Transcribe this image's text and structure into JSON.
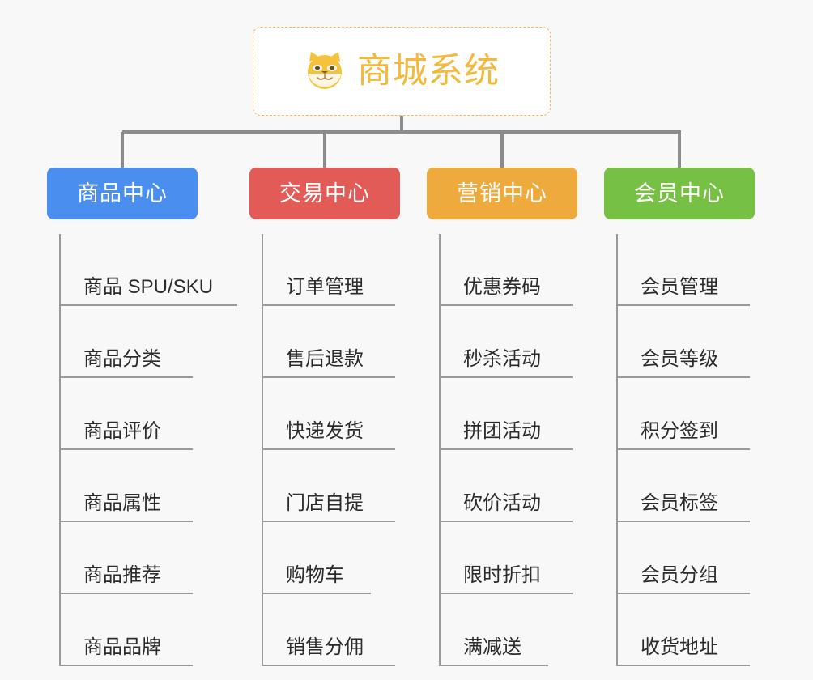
{
  "root": {
    "title": "商城系统",
    "icon": "shiba-dog-face-icon",
    "border_color": "#f0b860",
    "text_color": "#f2b93c"
  },
  "categories": [
    {
      "label": "商品中心",
      "color": "#4a8ef0",
      "items": [
        {
          "label": "商品 SPU/SKU",
          "width": "wide"
        },
        {
          "label": "商品分类",
          "width": "norm"
        },
        {
          "label": "商品评价",
          "width": "norm"
        },
        {
          "label": "商品属性",
          "width": "norm"
        },
        {
          "label": "商品推荐",
          "width": "norm"
        },
        {
          "label": "商品品牌",
          "width": "norm"
        }
      ]
    },
    {
      "label": "交易中心",
      "color": "#e35b57",
      "items": [
        {
          "label": "订单管理",
          "width": "norm"
        },
        {
          "label": "售后退款",
          "width": "norm"
        },
        {
          "label": "快递发货",
          "width": "norm"
        },
        {
          "label": "门店自提",
          "width": "norm"
        },
        {
          "label": "购物车",
          "width": "short"
        },
        {
          "label": "销售分佣",
          "width": "norm"
        }
      ]
    },
    {
      "label": "营销中心",
      "color": "#eeaa3c",
      "items": [
        {
          "label": "优惠券码",
          "width": "norm"
        },
        {
          "label": "秒杀活动",
          "width": "norm"
        },
        {
          "label": "拼团活动",
          "width": "norm"
        },
        {
          "label": "砍价活动",
          "width": "norm"
        },
        {
          "label": "限时折扣",
          "width": "norm"
        },
        {
          "label": "满减送",
          "width": "short"
        }
      ]
    },
    {
      "label": "会员中心",
      "color": "#76c043",
      "items": [
        {
          "label": "会员管理",
          "width": "norm"
        },
        {
          "label": "会员等级",
          "width": "norm"
        },
        {
          "label": "积分签到",
          "width": "norm"
        },
        {
          "label": "会员标签",
          "width": "norm"
        },
        {
          "label": "会员分组",
          "width": "norm"
        },
        {
          "label": "收货地址",
          "width": "norm"
        }
      ]
    }
  ],
  "connector": {
    "color": "#8c8c8c"
  }
}
